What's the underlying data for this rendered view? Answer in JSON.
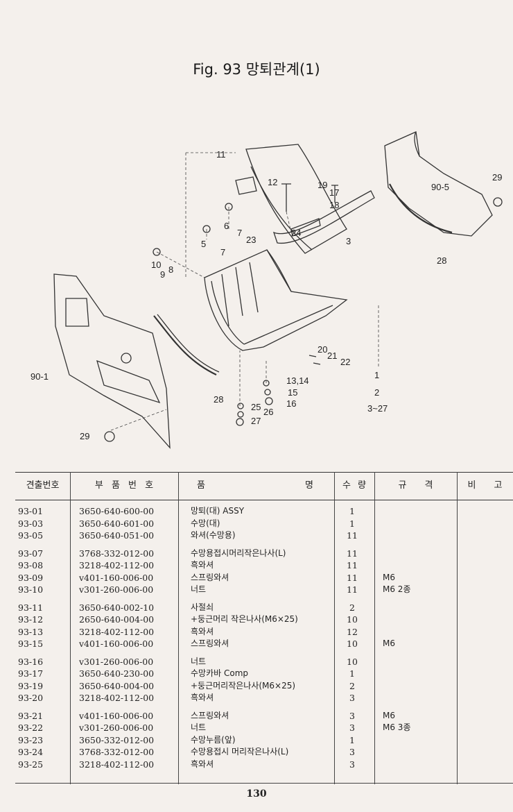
{
  "title": "Fig. 93 망퇴관계(1)",
  "diagram_labels": [
    "11",
    "12",
    "19",
    "17",
    "18",
    "90-5",
    "29",
    "6",
    "7",
    "5",
    "7",
    "23",
    "24",
    "3",
    "10",
    "9",
    "8",
    "28",
    "20",
    "21",
    "22",
    "90-1",
    "13,14",
    "15",
    "16",
    "1",
    "2",
    "3~27",
    "28",
    "25",
    "26",
    "27",
    "29"
  ],
  "table": {
    "headers": {
      "no": "견출번호",
      "part_no": "부 품 번 호",
      "name_left": "품",
      "name_right": "명",
      "qty": "수 량",
      "spec": "규 격",
      "note": "비 고"
    },
    "groups": [
      [
        {
          "no": "93-01",
          "part_no": "3650-640-600-00",
          "name": "망퇴(대) ASSY",
          "qty": "1",
          "spec": ""
        },
        {
          "no": "93-03",
          "part_no": "3650-640-601-00",
          "name": "수망(대)",
          "qty": "1",
          "spec": ""
        },
        {
          "no": "93-05",
          "part_no": "3650-640-051-00",
          "name": "와셔(수망용)",
          "qty": "11",
          "spec": ""
        }
      ],
      [
        {
          "no": "93-07",
          "part_no": "3768-332-012-00",
          "name": "수망용접시머리작은나사(L)",
          "qty": "11",
          "spec": ""
        },
        {
          "no": "93-08",
          "part_no": "3218-402-112-00",
          "name": "흑와셔",
          "qty": "11",
          "spec": ""
        },
        {
          "no": "93-09",
          "part_no": "v401-160-006-00",
          "name": "스프링와셔",
          "qty": "11",
          "spec": "M6"
        },
        {
          "no": "93-10",
          "part_no": "v301-260-006-00",
          "name": "너트",
          "qty": "11",
          "spec": "M6 2종"
        }
      ],
      [
        {
          "no": "93-11",
          "part_no": "3650-640-002-10",
          "name": "사절쇠",
          "qty": "2",
          "spec": ""
        },
        {
          "no": "93-12",
          "part_no": "2650-640-004-00",
          "name": "+둥근머리 작은나사(M6×25)",
          "qty": "10",
          "spec": ""
        },
        {
          "no": "93-13",
          "part_no": "3218-402-112-00",
          "name": "흑와셔",
          "qty": "12",
          "spec": ""
        },
        {
          "no": "93-15",
          "part_no": "v401-160-006-00",
          "name": "스프링와셔",
          "qty": "10",
          "spec": "M6"
        }
      ],
      [
        {
          "no": "93-16",
          "part_no": "v301-260-006-00",
          "name": "너트",
          "qty": "10",
          "spec": ""
        },
        {
          "no": "93-17",
          "part_no": "3650-640-230-00",
          "name": "수망카바 Comp",
          "qty": "1",
          "spec": ""
        },
        {
          "no": "93-19",
          "part_no": "3650-640-004-00",
          "name": "+둥근머리작은나사(M6×25)",
          "qty": "2",
          "spec": ""
        },
        {
          "no": "93-20",
          "part_no": "3218-402-112-00",
          "name": "흑와셔",
          "qty": "3",
          "spec": ""
        }
      ],
      [
        {
          "no": "93-21",
          "part_no": "v401-160-006-00",
          "name": "스프링와셔",
          "qty": "3",
          "spec": "M6"
        },
        {
          "no": "93-22",
          "part_no": "v301-260-006-00",
          "name": "너트",
          "qty": "3",
          "spec": "M6 3종"
        },
        {
          "no": "93-23",
          "part_no": "3650-332-012-00",
          "name": "수망누름(앞)",
          "qty": "1",
          "spec": ""
        },
        {
          "no": "93-24",
          "part_no": "3768-332-012-00",
          "name": "수망용접시 머리작은나사(L)",
          "qty": "3",
          "spec": ""
        },
        {
          "no": "93-25",
          "part_no": "3218-402-112-00",
          "name": "흑와셔",
          "qty": "3",
          "spec": ""
        }
      ]
    ]
  },
  "page_number": "130"
}
